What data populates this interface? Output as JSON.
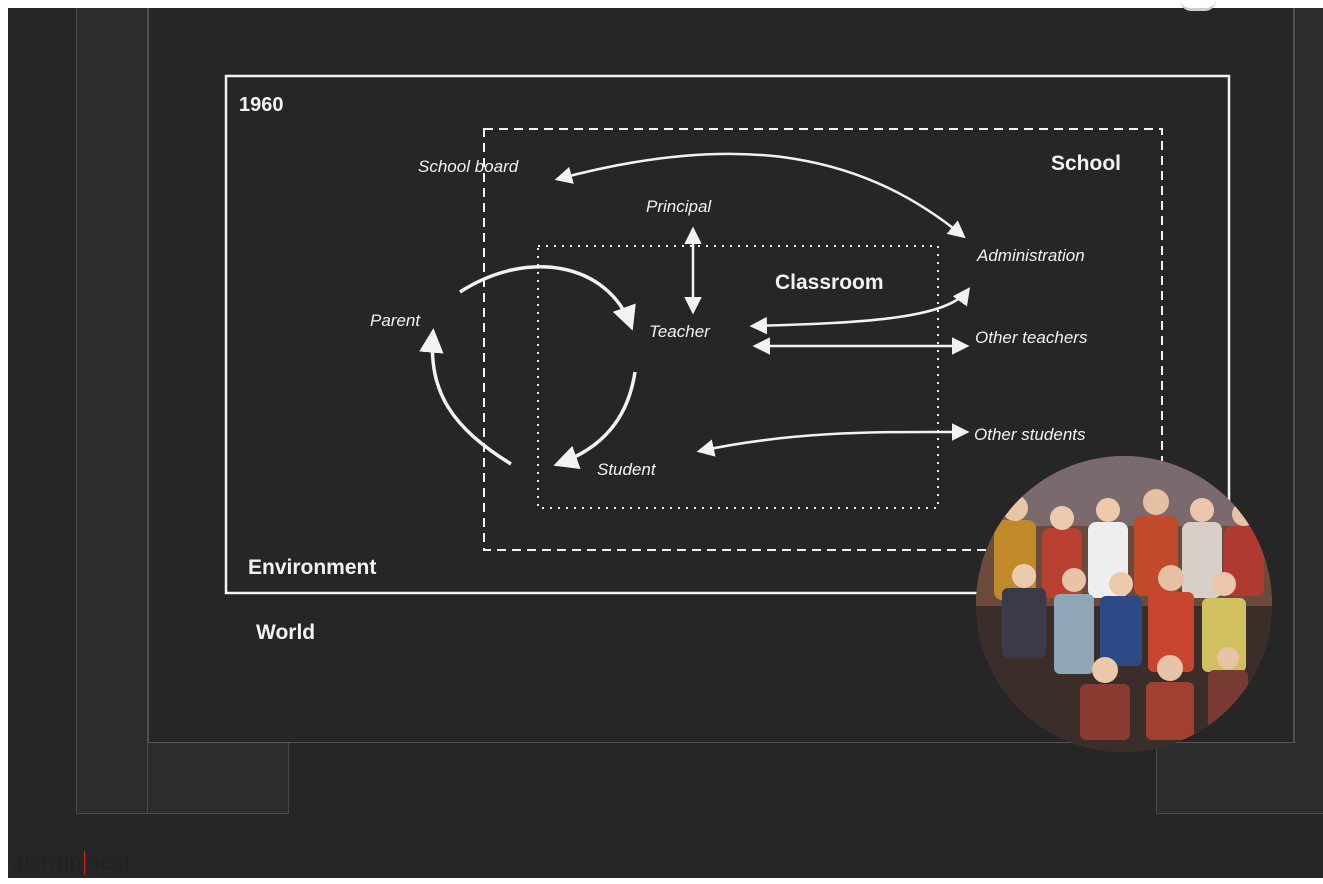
{
  "diagram": {
    "year": "1960",
    "containers": {
      "environment": "Environment",
      "world": "World",
      "school": "School",
      "classroom": "Classroom"
    },
    "nodes": {
      "school_board": "School board",
      "principal": "Principal",
      "administration": "Administration",
      "parent": "Parent",
      "teacher": "Teacher",
      "other_teachers": "Other teachers",
      "other_students": "Other students",
      "student": "Student"
    }
  },
  "photo": {
    "icon": "class-photo-icon"
  },
  "footer": {
    "brand_left": "alstrup",
    "brand_sep": "|",
    "brand_right": "next"
  },
  "colors": {
    "background": "#262626",
    "lines": "#f2f2f2",
    "brand_accent": "#c22222"
  }
}
